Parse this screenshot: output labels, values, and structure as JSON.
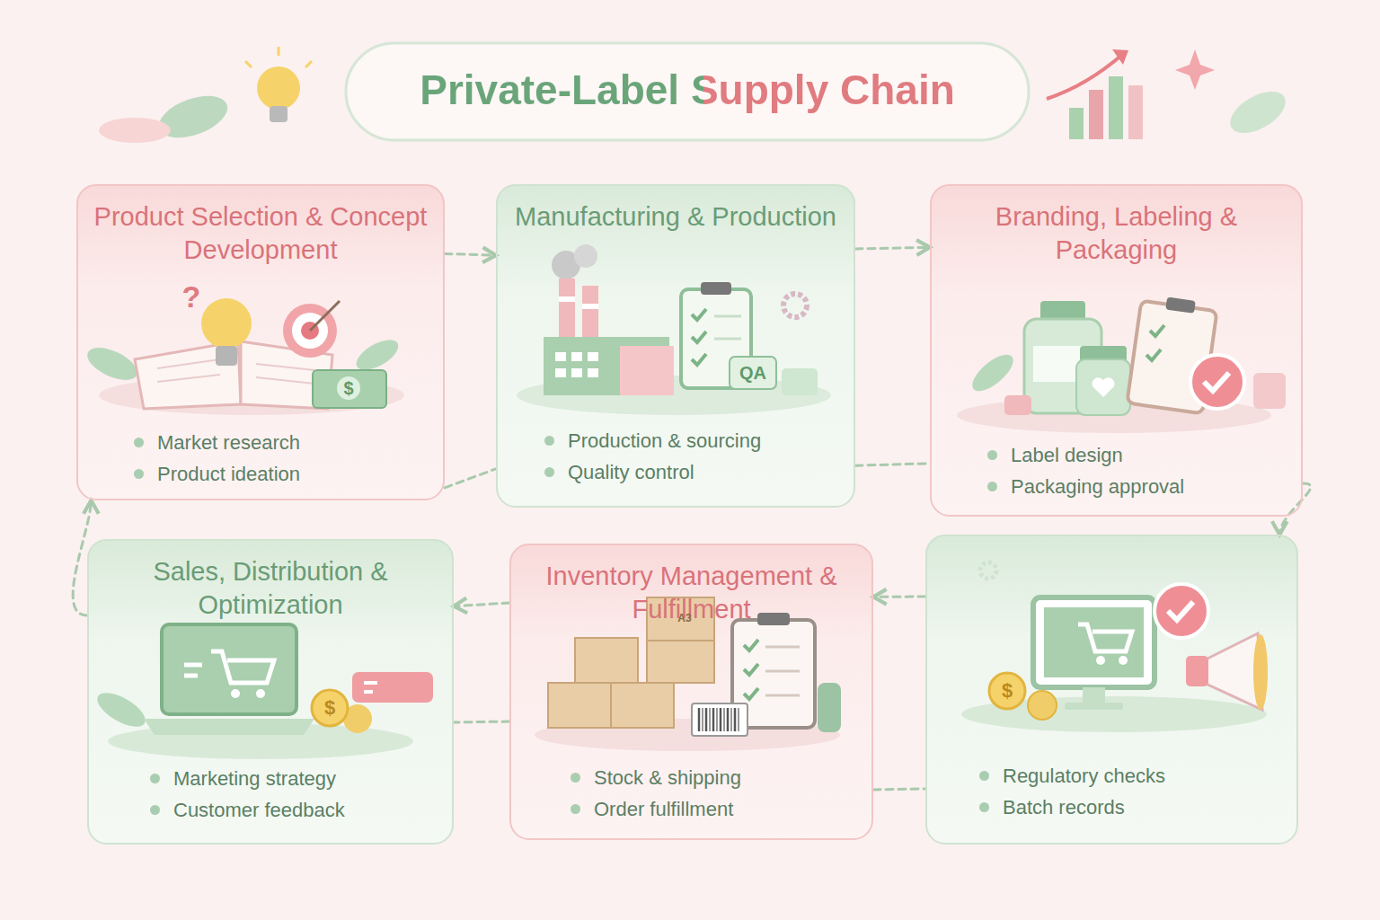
{
  "diagram": {
    "title": "Private-Label Supply Chain",
    "nodes": [
      {
        "text": [
          "Product Selection & Concept Development",
          "Market research",
          "Product ideation"
        ]
      },
      {
        "text": [
          "Manufacturing & Production",
          "Production & sourcing",
          "Quality control"
        ]
      },
      {
        "text": [
          "Branding, Labeling & Packaging",
          "Label design",
          "Packaging approval"
        ]
      },
      {
        "text": [
          "Sales, Distribution & Optimization",
          "Marketing strategy",
          "Customer feedback"
        ]
      },
      {
        "text": [
          "Inventory Management & Fulfillment",
          "Stock & shipping",
          "Order fulfillment"
        ]
      },
      {
        "text": [
          "Regulatory checks",
          "Batch records"
        ]
      }
    ],
    "edges": [
      {
        "from": 0,
        "to": 1,
        "arrow": "to"
      },
      {
        "from": 1,
        "to": 2,
        "arrow": "to"
      },
      {
        "from": 2,
        "to": 5,
        "arrow": "to"
      },
      {
        "from": 5,
        "to": 4,
        "arrow": "to"
      },
      {
        "from": 4,
        "to": 3,
        "arrow": "to"
      },
      {
        "from": 3,
        "to": 0,
        "arrow": "to"
      },
      {
        "from": 0,
        "to": 1,
        "arrow": "none"
      },
      {
        "from": 1,
        "to": 2,
        "arrow": "none"
      },
      {
        "from": 4,
        "to": 3,
        "arrow": "none"
      },
      {
        "from": 4,
        "to": 5,
        "arrow": "none"
      }
    ],
    "labels": [
      "?",
      "$",
      "QA",
      "$",
      "A3",
      "$"
    ]
  }
}
